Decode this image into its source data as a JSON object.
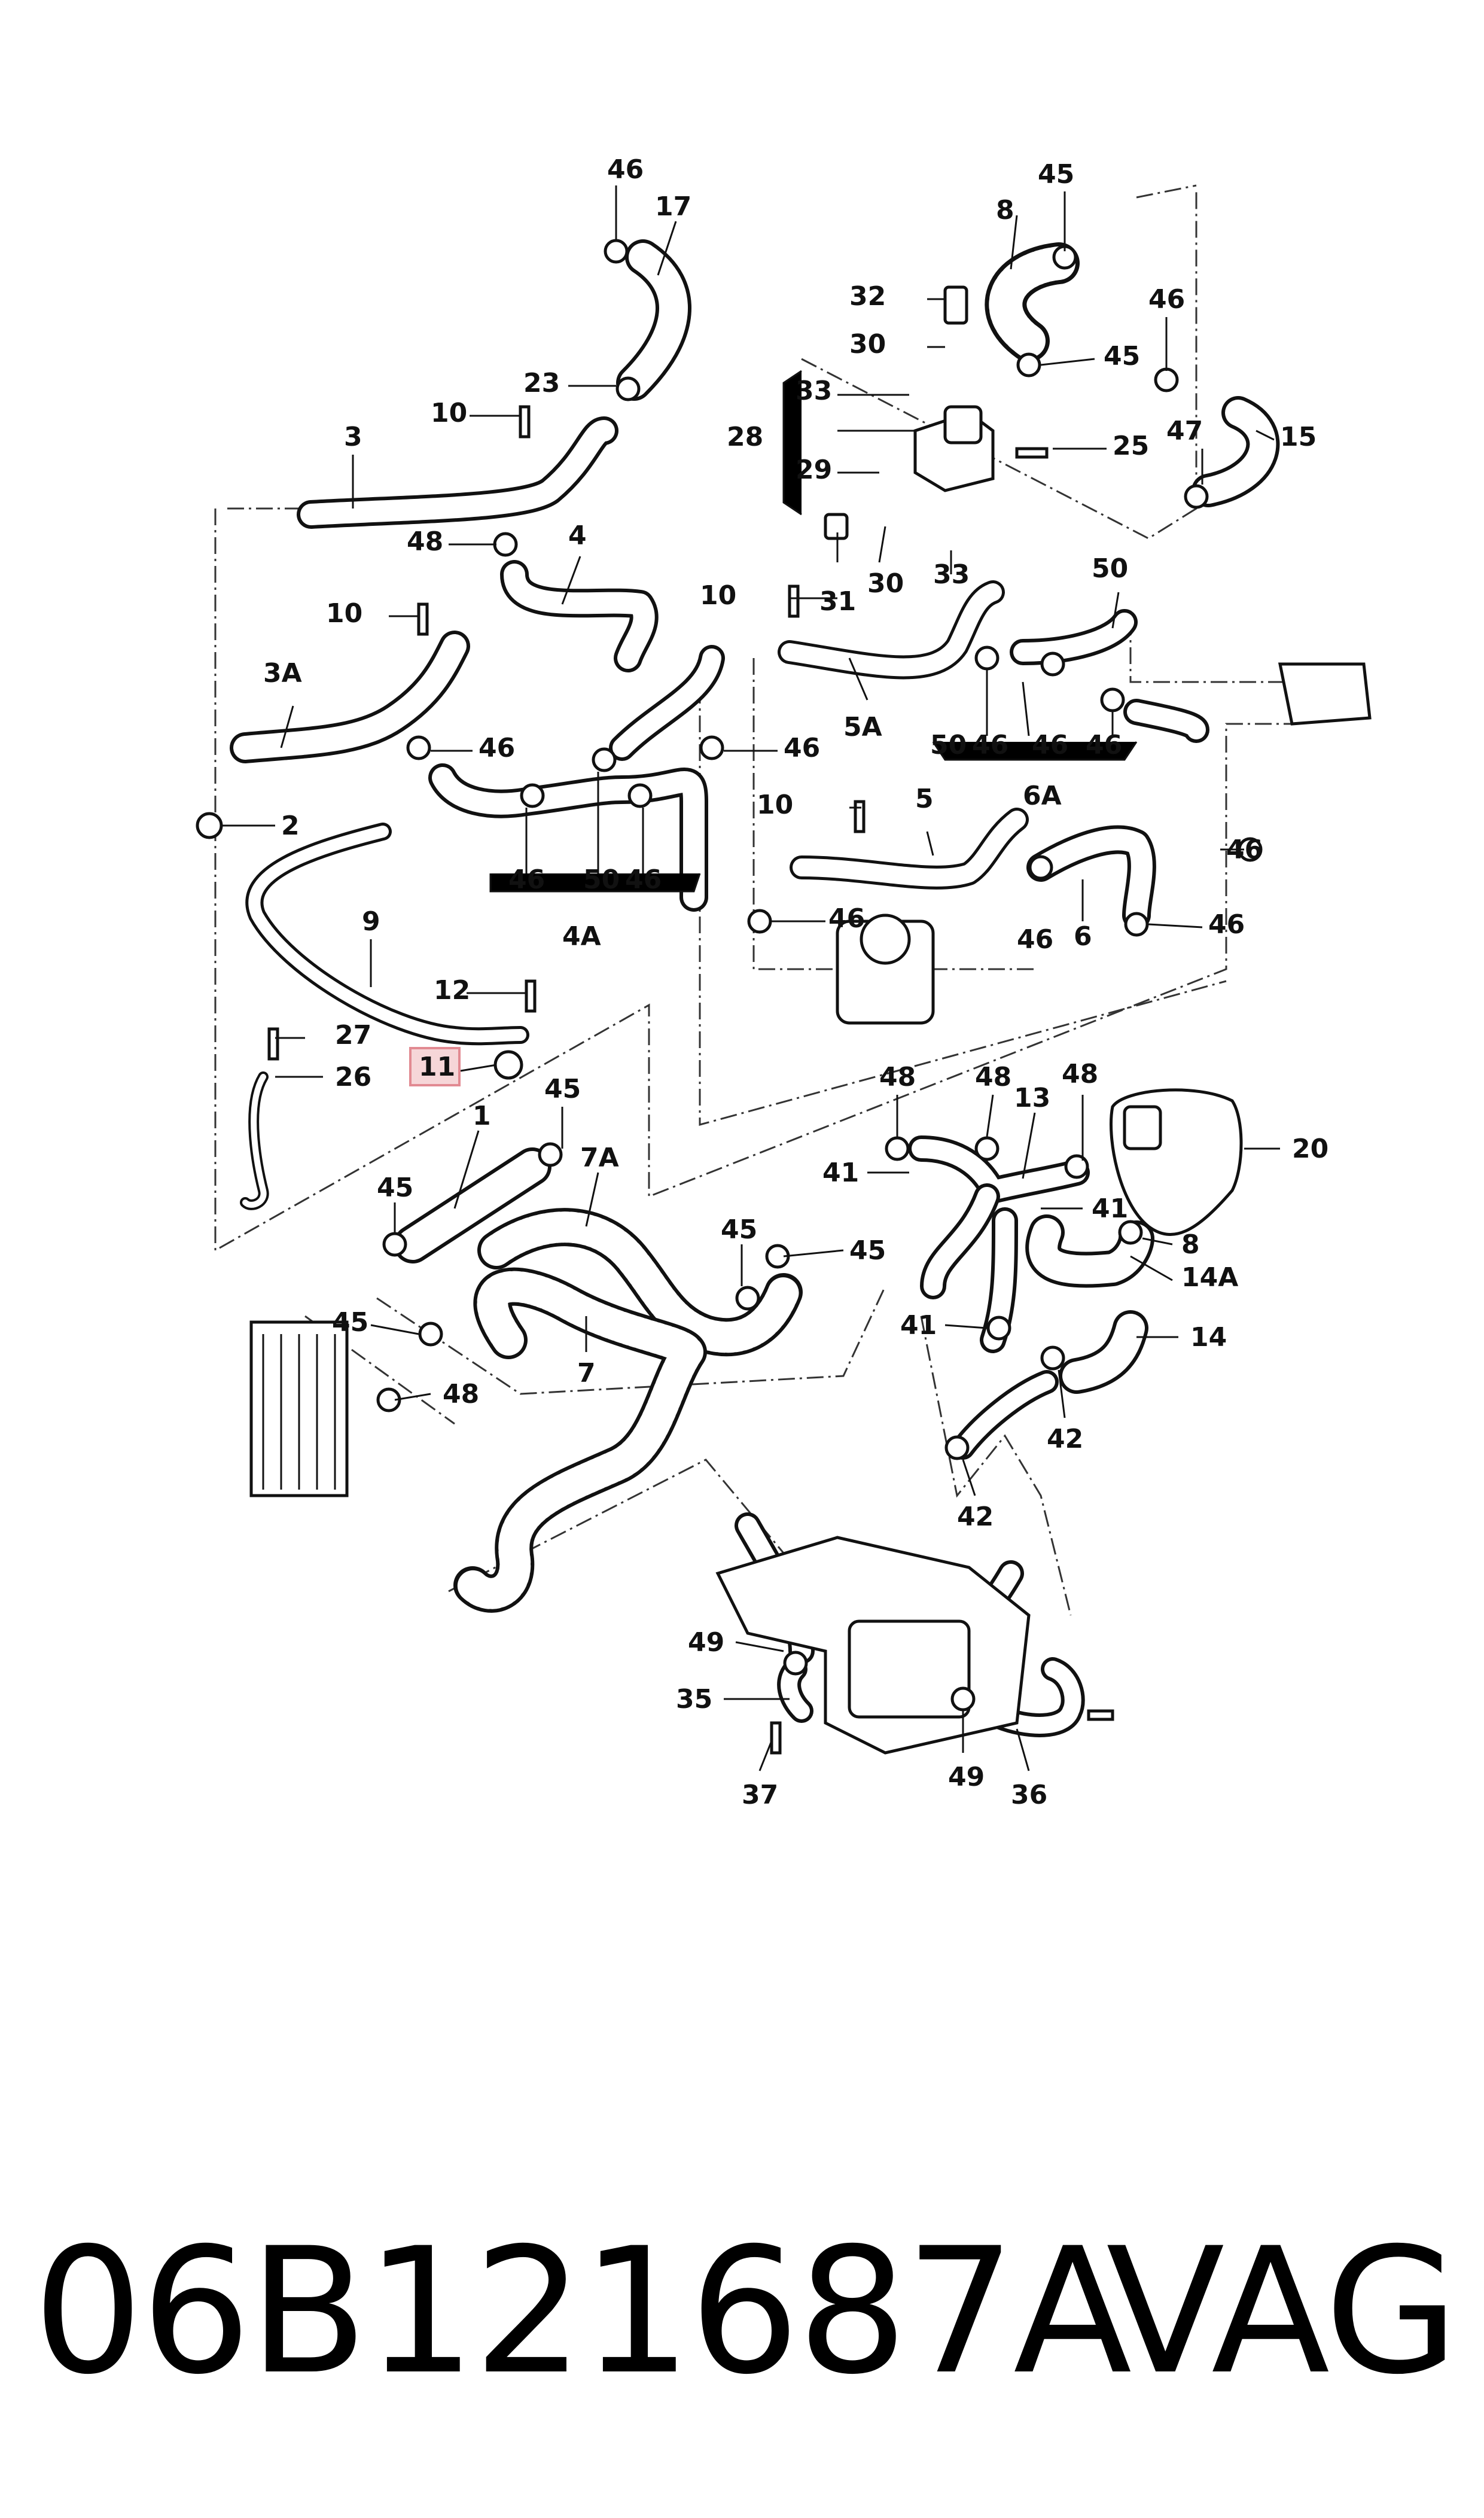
{
  "callouts": [
    {
      "text": "46"
    },
    {
      "text": "17"
    },
    {
      "text": "45"
    },
    {
      "text": "8"
    },
    {
      "text": "32"
    },
    {
      "text": "30"
    },
    {
      "text": "45"
    },
    {
      "text": "46"
    },
    {
      "text": "33"
    },
    {
      "text": "23"
    },
    {
      "text": "10"
    },
    {
      "text": "3"
    },
    {
      "text": "28"
    },
    {
      "text": "47"
    },
    {
      "text": "15"
    },
    {
      "text": "29"
    },
    {
      "text": "25"
    },
    {
      "text": "48"
    },
    {
      "text": "4"
    },
    {
      "text": "31"
    },
    {
      "text": "30"
    },
    {
      "text": "33"
    },
    {
      "text": "10"
    },
    {
      "text": "10"
    },
    {
      "text": "50"
    },
    {
      "text": "3A"
    },
    {
      "text": "46"
    },
    {
      "text": "46"
    },
    {
      "text": "5A"
    },
    {
      "text": "50"
    },
    {
      "text": "46"
    },
    {
      "text": "46"
    },
    {
      "text": "46"
    },
    {
      "text": "2"
    },
    {
      "text": "10"
    },
    {
      "text": "5"
    },
    {
      "text": "6A"
    },
    {
      "text": "46"
    },
    {
      "text": "50"
    },
    {
      "text": "46"
    },
    {
      "text": "46"
    },
    {
      "text": "4A"
    },
    {
      "text": "46"
    },
    {
      "text": "9"
    },
    {
      "text": "46"
    },
    {
      "text": "6"
    },
    {
      "text": "46"
    },
    {
      "text": "12"
    },
    {
      "text": "27"
    },
    {
      "text": "11"
    },
    {
      "text": "45"
    },
    {
      "text": "26"
    },
    {
      "text": "48"
    },
    {
      "text": "48"
    },
    {
      "text": "48"
    },
    {
      "text": "13"
    },
    {
      "text": "20"
    },
    {
      "text": "1"
    },
    {
      "text": "7A"
    },
    {
      "text": "45"
    },
    {
      "text": "41"
    },
    {
      "text": "41"
    },
    {
      "text": "8"
    },
    {
      "text": "45"
    },
    {
      "text": "45"
    },
    {
      "text": "14A"
    },
    {
      "text": "45"
    },
    {
      "text": "41"
    },
    {
      "text": "14"
    },
    {
      "text": "7"
    },
    {
      "text": "48"
    },
    {
      "text": "42"
    },
    {
      "text": "42"
    },
    {
      "text": "49"
    },
    {
      "text": "35"
    },
    {
      "text": "49"
    },
    {
      "text": "37"
    },
    {
      "text": "36"
    }
  ],
  "caption": {
    "part_number": "06B121687A",
    "brand": "VAG"
  },
  "colors": {
    "line": "#111111",
    "highlight_fill": "#f6d6d8",
    "highlight_border": "#e28a92"
  }
}
